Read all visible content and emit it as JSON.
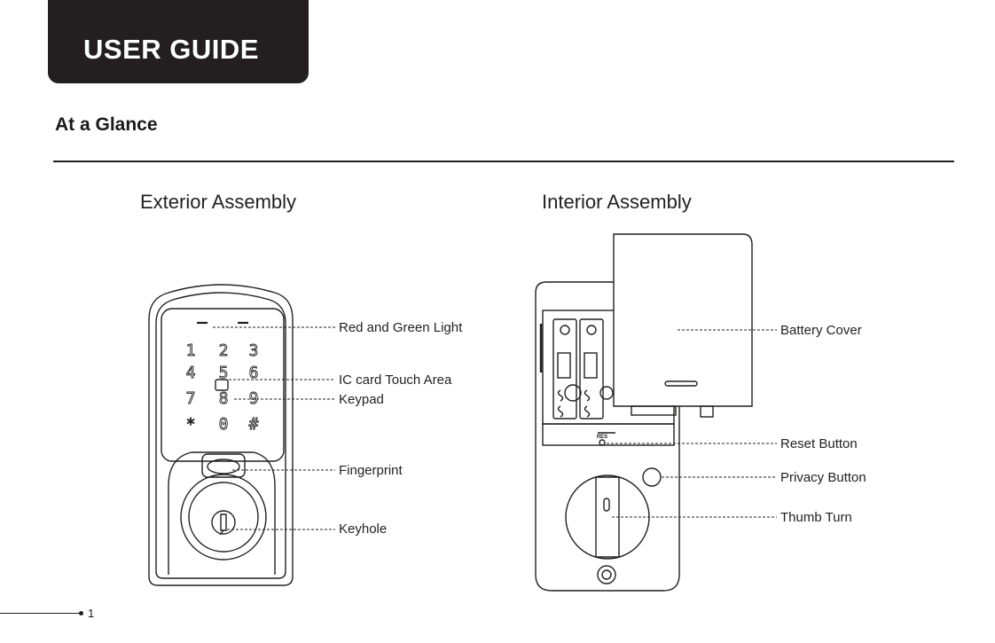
{
  "header": {
    "banner_title": "USER GUIDE"
  },
  "section": {
    "title": "At a Glance"
  },
  "exterior": {
    "title": "Exterior Assembly",
    "keypad_keys": [
      "1",
      "2",
      "3",
      "4",
      "5",
      "6",
      "7",
      "8",
      "9",
      "*",
      "0",
      "#"
    ],
    "callouts": {
      "light": "Red and Green Light",
      "ic_card": "IC card Touch Area",
      "keypad": "Keypad",
      "fingerprint": "Fingerprint",
      "keyhole": "Keyhole"
    }
  },
  "interior": {
    "title": "Interior Assembly",
    "reset_label": "RES",
    "callouts": {
      "battery_cover": "Battery Cover",
      "reset": "Reset Button",
      "privacy": "Privacy Button",
      "thumb_turn": "Thumb Turn"
    }
  },
  "footer": {
    "page_number": "1"
  }
}
